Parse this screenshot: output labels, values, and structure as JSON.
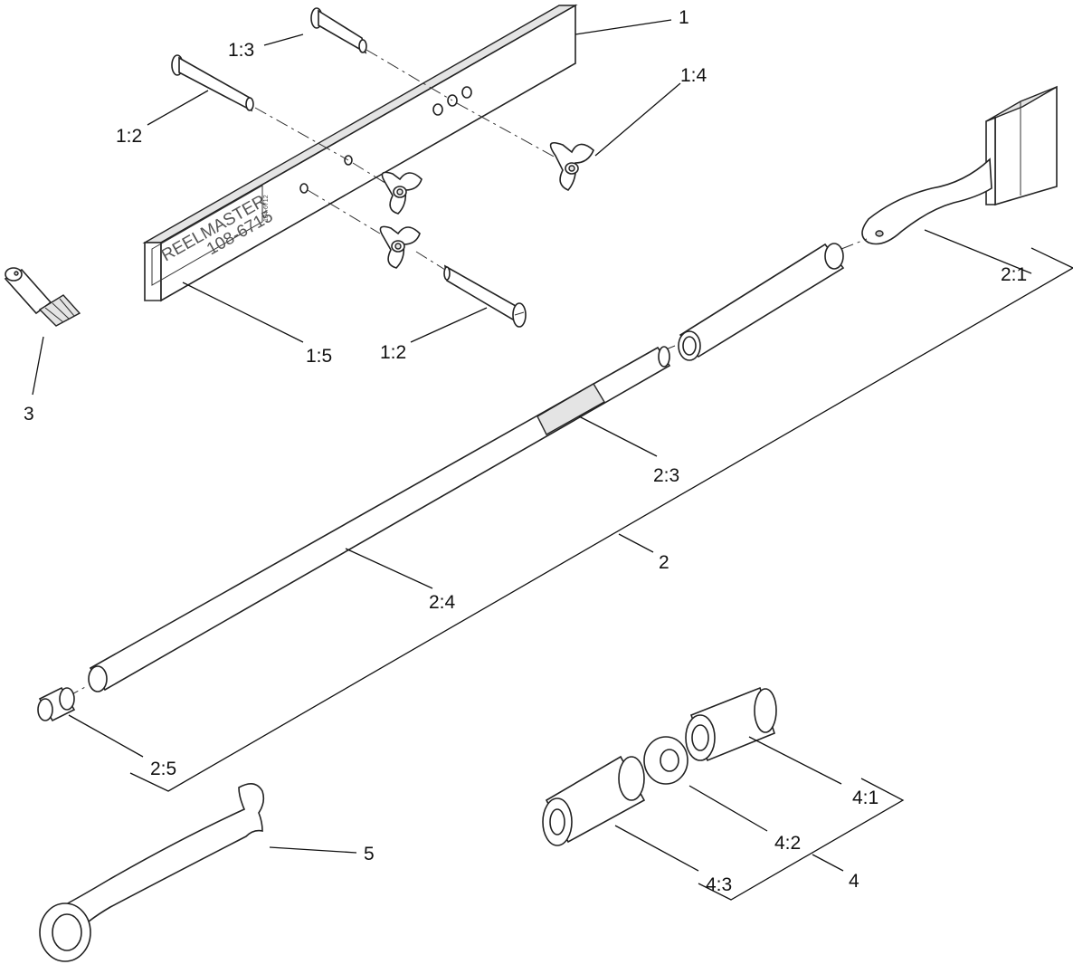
{
  "labels": {
    "l1": "1",
    "l1_3": "1:3",
    "l1_2a": "1:2",
    "l1_4": "1:4",
    "l1_5": "1:5",
    "l1_2b": "1:2",
    "l3": "3",
    "l2_1": "2:1",
    "l2_3": "2:3",
    "l2": "2",
    "l2_4": "2:4",
    "l2_5": "2:5",
    "l4_1": "4:1",
    "l4_2": "4:2",
    "l4_3": "4:3",
    "l4": "4",
    "l5": "5"
  },
  "plate": {
    "brand": "REELMASTER",
    "part_number": "108-6715",
    "small_mark": "104-6712"
  }
}
